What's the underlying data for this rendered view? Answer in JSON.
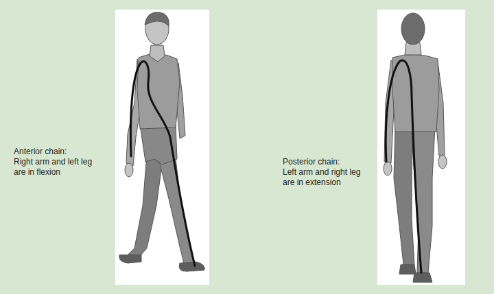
{
  "diagram": {
    "labels": [
      "Anterior chain:",
      "Right arm and left leg are in flexion",
      "Posterior chain:",
      "Left arm and right leg are in extension"
    ]
  }
}
